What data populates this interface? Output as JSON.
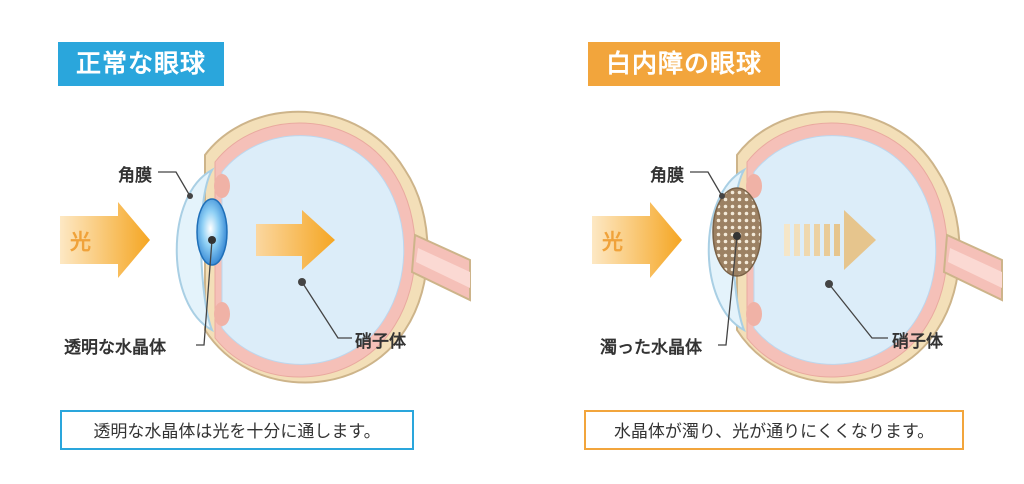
{
  "normal": {
    "title": "正常な眼球",
    "light_label": "光",
    "cornea_label": "角膜",
    "lens_label": "透明な水晶体",
    "vitreous_label": "硝子体",
    "caption": "透明な水晶体は光を十分に通します。"
  },
  "cataract": {
    "title": "白内障の眼球",
    "light_label": "光",
    "cornea_label": "角膜",
    "lens_label": "濁った水晶体",
    "vitreous_label": "硝子体",
    "caption": "水晶体が濁り、光が通りにくくなります。"
  },
  "colors": {
    "normal_accent": "#2aa6dc",
    "cataract_accent": "#f2a53c",
    "light_arrow": "#f5a623"
  }
}
